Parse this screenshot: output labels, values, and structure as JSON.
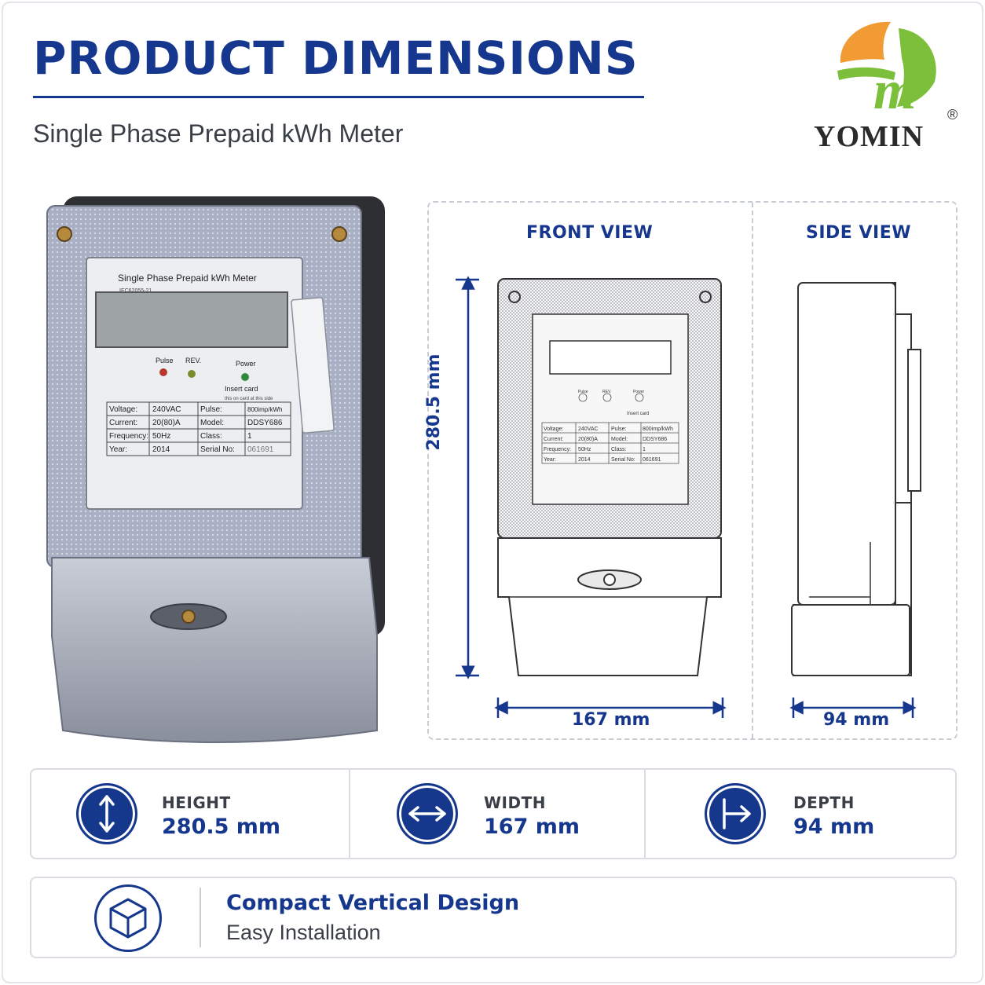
{
  "header": {
    "title": "PRODUCT DIMENSIONS",
    "subtitle": "Single Phase Prepaid kWh Meter"
  },
  "brand": {
    "name": "YOMIN",
    "registered": "®",
    "logo_letter": "m",
    "colors": {
      "orange": "#f29a34",
      "green": "#7bbf3a",
      "text": "#2b2b2b"
    }
  },
  "meter_panel": {
    "model_title": "Single Phase Prepaid kWh Meter",
    "standard": "IEC62055-21",
    "indicators": [
      "Pulse",
      "REV.",
      "Power"
    ],
    "insert_card": "Insert card",
    "insert_card_note": "this on card at this side",
    "specs": [
      {
        "label": "Voltage:",
        "value": "240VAC",
        "label2": "Pulse:",
        "value2": "800imp/kWh"
      },
      {
        "label": "Current:",
        "value": "20(80)A",
        "label2": "Model:",
        "value2": "DDSY686"
      },
      {
        "label": "Frequency:",
        "value": "50Hz",
        "label2": "Class:",
        "value2": "1"
      },
      {
        "label": "Year:",
        "value": "2014",
        "label2": "Serial No:",
        "value2": "061691"
      }
    ]
  },
  "drawings": {
    "front_view_label": "FRONT VIEW",
    "side_view_label": "SIDE VIEW",
    "height_label": "280.5 mm",
    "width_label": "167 mm",
    "depth_label": "94 mm"
  },
  "stats": [
    {
      "label": "HEIGHT",
      "value": "280.5 mm",
      "icon": "vertical-arrows-icon"
    },
    {
      "label": "WIDTH",
      "value": "167 mm",
      "icon": "horizontal-arrows-icon"
    },
    {
      "label": "DEPTH",
      "value": "94 mm",
      "icon": "depth-arrow-icon"
    }
  ],
  "feature": {
    "title": "Compact Vertical Design",
    "subtitle": "Easy Installation",
    "icon": "cube-icon"
  },
  "colors": {
    "brand_blue": "#16378e",
    "border": "#d9dce2",
    "text_gray": "#3a3f47"
  }
}
